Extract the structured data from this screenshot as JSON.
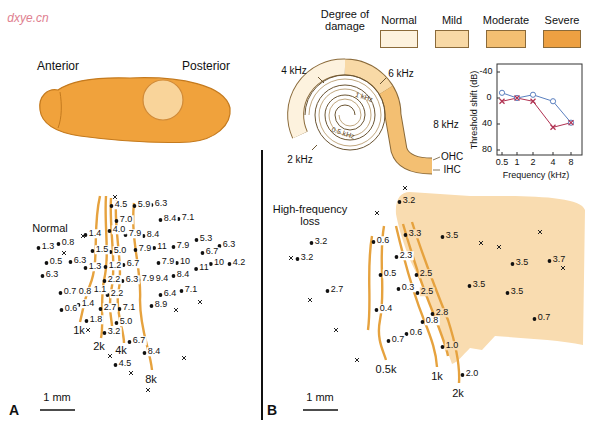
{
  "diagram": {
    "labels": [
      "dxye.cn",
      "Anterior",
      "Posterior",
      "Normal",
      "4.5",
      "5.9",
      "6.3",
      "7.0",
      "8.4",
      "7.1",
      "1.4",
      "4.0",
      "7.9",
      "8.4",
      "5.3",
      "1.3",
      "0.8",
      "1.5",
      "5.0",
      "7.9",
      "11",
      "7.9",
      "6.7",
      "6.3",
      "0.5",
      "6.3",
      "1.3",
      "1.2",
      "6.7",
      "7.9",
      "10",
      "11",
      "10",
      "4.2",
      "6.3",
      "2.2",
      "6.3",
      "7.9",
      "9.4",
      "8.4",
      "0.7",
      "0.8",
      "1.1",
      "1.4",
      "2.2",
      "6.4",
      "7.1",
      "0.6",
      "2.7",
      "7.1",
      "8.9",
      "1.8",
      "5.0",
      "3.2",
      "6.7",
      "8.4",
      "4.5",
      "1k",
      "2k",
      "4k",
      "8k",
      "1 mm",
      "A",
      "Degree of damage",
      "4 kHz",
      "6 kHz",
      "8 kHz",
      "2 kHz",
      "1 kHz",
      "0.5 kHz",
      "OHC",
      "IHC",
      "Threshold shift (dB)",
      "-40",
      "0",
      "40",
      "80",
      "0.5",
      "1",
      "2",
      "4",
      "8",
      "Frequency (kHz)",
      "High-frequency loss",
      "3.2",
      "0.6",
      "3.3",
      "3.5",
      "3.2",
      "3.2",
      "2.3",
      "3.5",
      "3.7",
      "0.5",
      "2.5",
      "3.5",
      "2.7",
      "0.3",
      "2.5",
      "3.5",
      "0.4",
      "2.8",
      "0.7",
      "0.8",
      "0.6",
      "0.7",
      "1.0",
      "2.0",
      "0.5k",
      "1k",
      "2k",
      "1 mm",
      "B"
    ],
    "legend": [
      {
        "text": "Normal",
        "color": "#fdf2de"
      },
      {
        "text": "Mild",
        "color": "#f8d9a6"
      },
      {
        "text": "Moderate",
        "color": "#f3bf72"
      },
      {
        "text": "Severe",
        "color": "#eda042"
      }
    ]
  }
}
